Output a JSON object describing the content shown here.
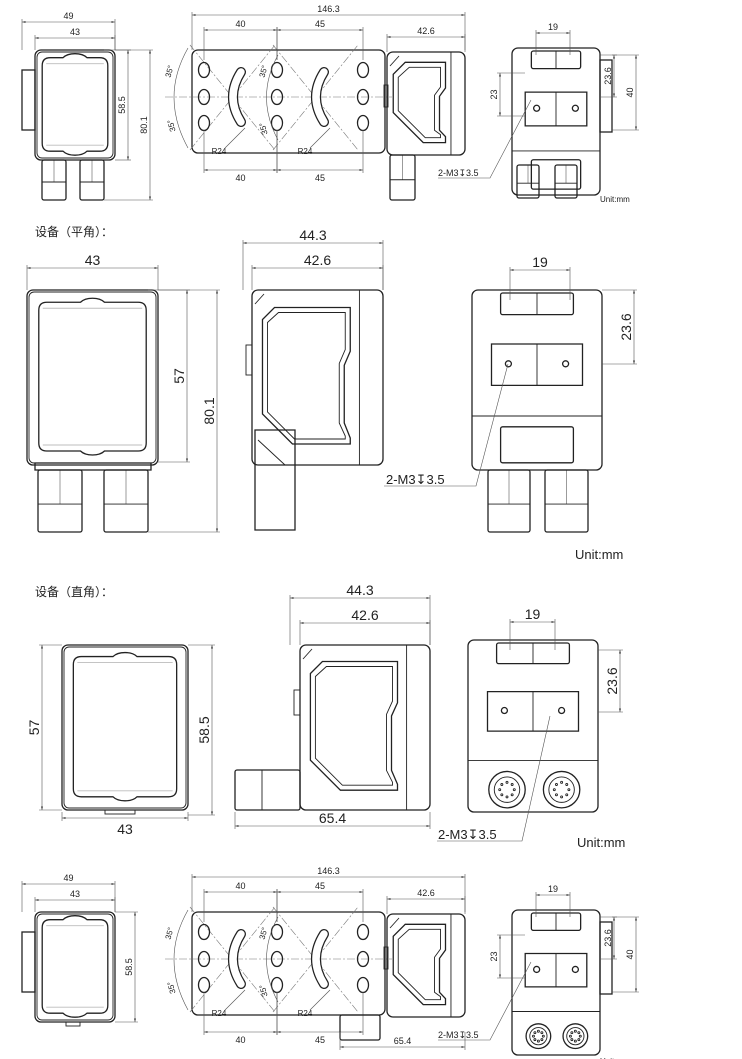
{
  "top_drawing": {
    "w49": "49",
    "w43": "43",
    "h58_5": "58.5",
    "h80_1": "80.1",
    "total_146_3": "146.3",
    "spacing_40": "40",
    "spacing_45": "45",
    "w42_6": "42.6",
    "angle_35": "35°",
    "radius": "R24",
    "w19": "19",
    "h23_6": "23.6",
    "h40": "40",
    "h23": "23",
    "thread_callout": "2-M3↧3.5",
    "unit": "Unit:mm"
  },
  "flat_angle_section": {
    "title": "设备（平角）：",
    "w43": "43",
    "h57": "57",
    "h80_1": "80.1",
    "w44_3": "44.3",
    "w42_6": "42.6",
    "w19": "19",
    "h23_6": "23.6",
    "thread_callout": "2-M3↧3.5",
    "unit": "Unit:mm"
  },
  "right_angle_section": {
    "title": "设备（直角）：",
    "h57": "57",
    "h58_5": "58.5",
    "w43": "43",
    "w44_3": "44.3",
    "w42_6": "42.6",
    "w65_4": "65.4",
    "w19": "19",
    "h23_6": "23.6",
    "thread_callout": "2-M3↧3.5",
    "unit": "Unit:mm"
  },
  "bottom_drawing": {
    "w49": "49",
    "w43": "43",
    "h58_5": "58.5",
    "total_146_3": "146.3",
    "spacing_40": "40",
    "spacing_45": "45",
    "w42_6": "42.6",
    "w65_4": "65.4",
    "angle_35": "35°",
    "radius": "R24",
    "w19": "19",
    "h23_6": "23.6",
    "h40": "40",
    "h23": "23",
    "thread_callout": "2-M3↧3.5",
    "unit": "Unit:mm"
  }
}
